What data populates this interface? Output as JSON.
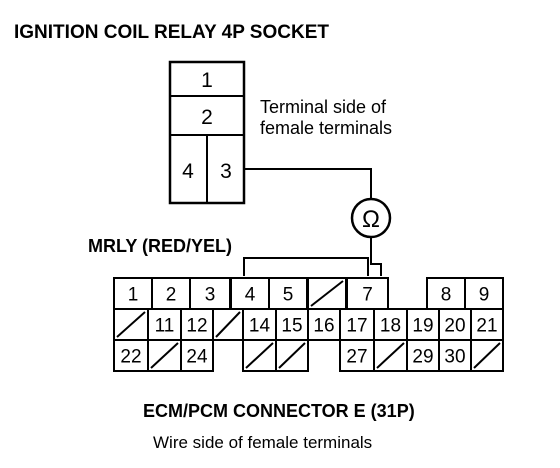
{
  "relay_title": "IGNITION COIL RELAY 4P SOCKET",
  "relay_note_line1": "Terminal side of",
  "relay_note_line2": "female terminals",
  "relay_terminals": [
    "1",
    "2",
    "4",
    "3"
  ],
  "ohmmeter_symbol": "Ω",
  "ohmmeter_icon": "ohmmeter-icon",
  "wire_label": "MRLY (RED/YEL)",
  "connector_title": "ECM/PCM CONNECTOR E (31P)",
  "connector_note": "Wire side of female terminals",
  "row1_cells": [
    "1",
    "2",
    "3",
    "4",
    "5",
    "/",
    "7",
    "",
    "8",
    "9"
  ],
  "row2_cells": [
    "/",
    "11",
    "12",
    "/",
    "14",
    "15",
    "16",
    "17",
    "18",
    "19",
    "20",
    "21"
  ],
  "row3_cells": [
    "22",
    "/",
    "24",
    "",
    "/",
    "/",
    "",
    "27",
    "/",
    "29",
    "30",
    "/"
  ]
}
